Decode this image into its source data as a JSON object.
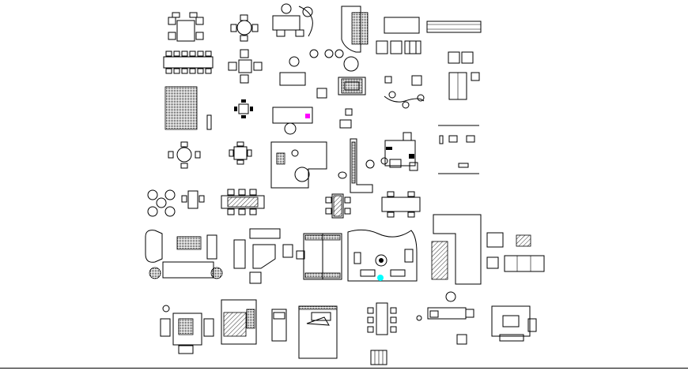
{
  "drawing": {
    "background": "#ffffff",
    "line_color": "#000000",
    "accent_colors": {
      "magenta": "#ff00ff",
      "cyan": "#00ffff"
    },
    "blocks": [
      "dining-set-4-seat",
      "round-table-4-chairs",
      "desk-with-chair",
      "curved-reception-desk",
      "storage-units",
      "long-counter",
      "dining-set-12-seat",
      "round-table-cross",
      "armchair-set",
      "round-chair",
      "wardrobe-elevation",
      "executive-desk",
      "text-legend",
      "square-table-4",
      "office-desk-magenta",
      "reception-workstation",
      "workstation-cluster",
      "wall-elevation",
      "round-table-side",
      "square-table-side",
      "l-shaped-office",
      "tall-cabinet",
      "small-office-cluster",
      "lounge-set-4",
      "small-table-2",
      "dining-set-6",
      "dining-set-8",
      "conference-table-6",
      "living-room-left",
      "sofa-set-center",
      "bedroom-twin",
      "suite-plan-cyan",
      "sectional-sofa",
      "armchair-rug",
      "sofa-3-seat",
      "dining-set-bottom",
      "bed-king-rug",
      "single-bed",
      "double-bed",
      "dining-8-seat-bottom",
      "round-side-table",
      "desk-set-bottom",
      "bed-square-rug",
      "barrel-chair"
    ]
  }
}
